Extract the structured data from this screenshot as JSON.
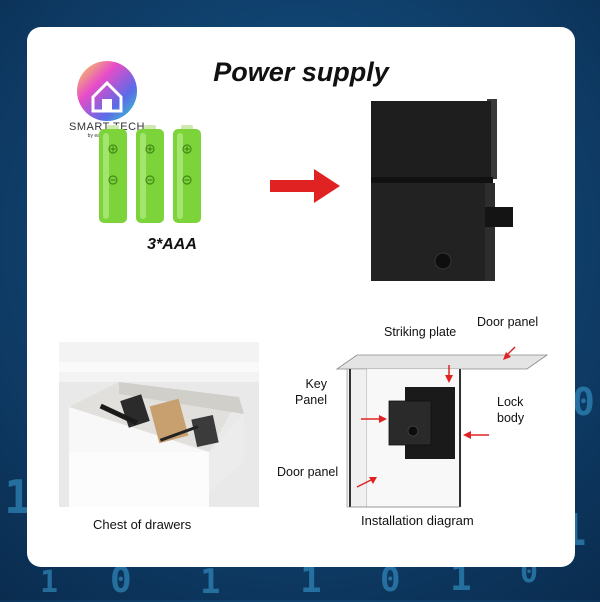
{
  "title": "Power supply",
  "logo": {
    "brand": "SMART TECH",
    "tagline": "by earth & leaves"
  },
  "battery_label": "3*AAA",
  "captions": {
    "drawers": "Chest of drawers",
    "installation": "Installation diagram"
  },
  "diagram_labels": {
    "striking_plate": "Striking plate",
    "door_panel_top": "Door panel",
    "key_panel": "Key\nPanel",
    "lock_body": "Lock\nbody",
    "door_panel_bottom": "Door panel"
  },
  "colors": {
    "battery": "#7dd33a",
    "arrow": "#e02222",
    "lock": "#1e1e1e",
    "background": "#0f3f6b"
  },
  "background_digits": [
    "1",
    "0",
    "1",
    "0",
    "1",
    "1",
    "0",
    "1",
    "0",
    "1"
  ]
}
